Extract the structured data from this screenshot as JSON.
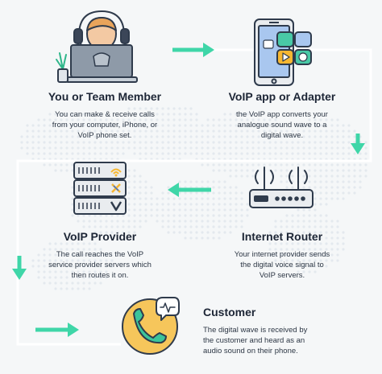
{
  "steps": [
    {
      "title": "You or Team Member",
      "lines": [
        "You can make & receive calls",
        "from your computer, iPhone, or",
        "VoIP phone set."
      ],
      "icon": "person-laptop-headset-icon"
    },
    {
      "title": "VoIP app or Adapter",
      "lines": [
        "the VoIP app converts your",
        "analogue sound wave to a",
        "digital wave."
      ],
      "icon": "smartphone-apps-icon"
    },
    {
      "title": "Internet Router",
      "lines": [
        "Your internet provider sends",
        "the digital voice signal to",
        "VoIP servers."
      ],
      "icon": "router-icon"
    },
    {
      "title": "VoIP Provider",
      "lines": [
        "The call reaches the VoIP",
        "service provider servers which",
        "then routes it on."
      ],
      "icon": "server-stack-icon"
    },
    {
      "title": "Customer",
      "lines": [
        "The digital wave is received by",
        "the customer and heard as an",
        "audio sound on their phone."
      ],
      "icon": "phone-call-icon"
    }
  ],
  "colors": {
    "accent_teal": "#3fd6a8",
    "outline": "#2f3b4c",
    "screen_blue": "#7fb1e6",
    "phone_bg": "#a9c7ef",
    "app_yellow": "#f7b731",
    "app_teal": "#49c9a6",
    "server_body": "#e9ecef",
    "customer_circle": "#f6c65b",
    "customer_phone": "#3cc49a",
    "path_white": "#ffffff"
  }
}
